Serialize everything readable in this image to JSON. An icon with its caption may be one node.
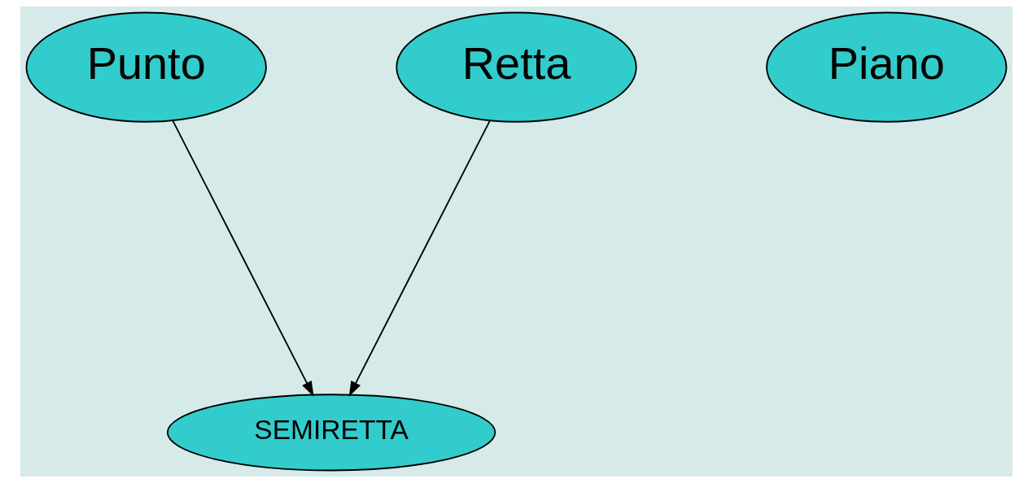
{
  "diagram": {
    "nodes": [
      {
        "text": [
          "Punto"
        ]
      },
      {
        "text": [
          "Retta"
        ]
      },
      {
        "text": [
          "Piano"
        ]
      },
      {
        "text": [
          "SEMIRETTA"
        ]
      }
    ],
    "edges": [
      {
        "from": 0,
        "to": 3,
        "arrow": "to"
      },
      {
        "from": 1,
        "to": 3,
        "arrow": "to"
      }
    ]
  }
}
